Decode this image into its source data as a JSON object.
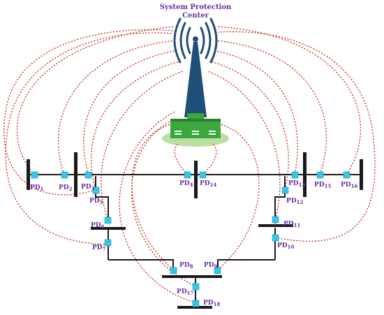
{
  "title": {
    "line1": "System Protection",
    "line2": "Center"
  },
  "colors": {
    "title": "#6a2fa0",
    "label": "#6a2fa0",
    "bus": "#1a1a1a",
    "device": "#33c7ea",
    "link": "#c0392b",
    "tower": "#1f4e79",
    "building": "#3aa83a",
    "building_dark": "#2e7d32",
    "base": "#b9dfa2"
  },
  "devices": [
    {
      "id": "pd1",
      "name": "PD",
      "sub": "1"
    },
    {
      "id": "pd2",
      "name": "PD",
      "sub": "2"
    },
    {
      "id": "pd3",
      "name": "PD",
      "sub": "3"
    },
    {
      "id": "pd4",
      "name": "PD",
      "sub": "4"
    },
    {
      "id": "pd5",
      "name": "PD",
      "sub": "5"
    },
    {
      "id": "pd6",
      "name": "PD",
      "sub": "6"
    },
    {
      "id": "pd7",
      "name": "PD",
      "sub": "7"
    },
    {
      "id": "pd8",
      "name": "PD",
      "sub": "8"
    },
    {
      "id": "pd9",
      "name": "PD",
      "sub": "9"
    },
    {
      "id": "pd10",
      "name": "PD",
      "sub": "10"
    },
    {
      "id": "pd11",
      "name": "PD",
      "sub": "11"
    },
    {
      "id": "pd12",
      "name": "PD",
      "sub": "12"
    },
    {
      "id": "pd13",
      "name": "PD",
      "sub": "13"
    },
    {
      "id": "pd14",
      "name": "PD",
      "sub": "14"
    },
    {
      "id": "pd15",
      "name": "PD",
      "sub": "15"
    },
    {
      "id": "pd16",
      "name": "PD",
      "sub": "16"
    },
    {
      "id": "pd17",
      "name": "PD",
      "sub": "17"
    },
    {
      "id": "pd18",
      "name": "PD",
      "sub": "18"
    }
  ]
}
